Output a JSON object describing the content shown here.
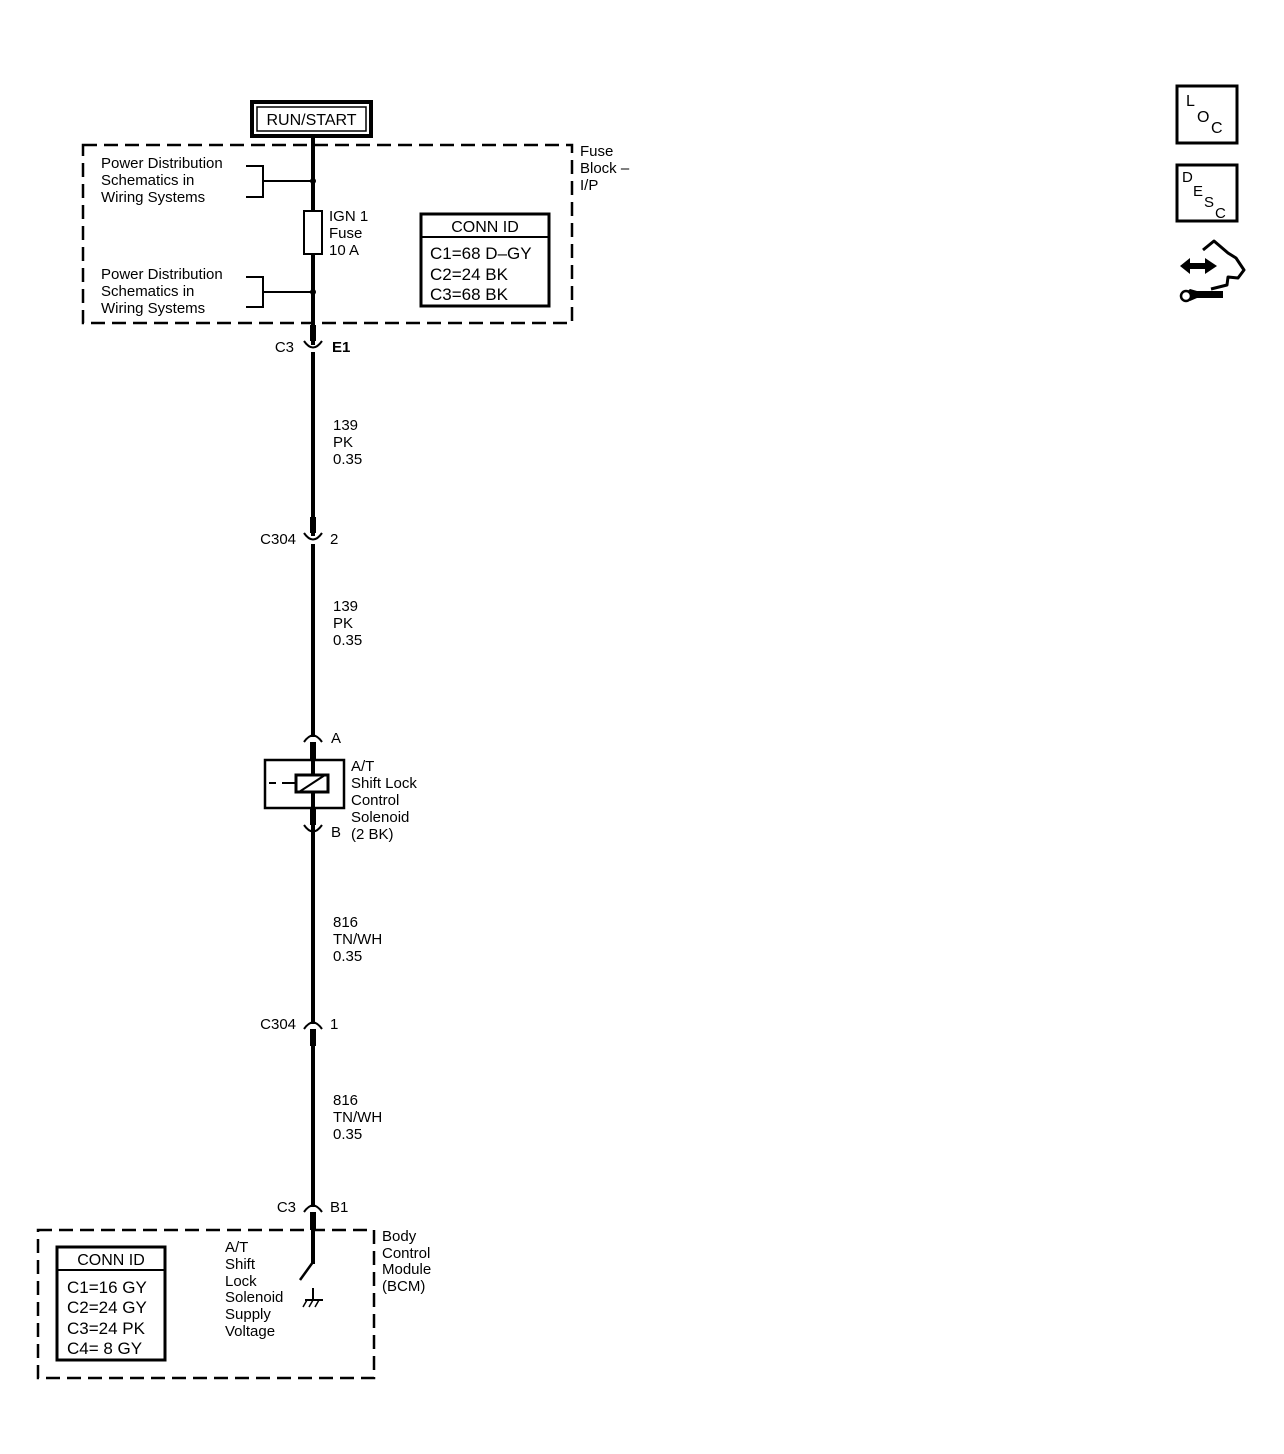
{
  "power_source": {
    "label": "RUN/START"
  },
  "fuse_block": {
    "label_lines": [
      "Fuse",
      "Block –",
      "I/P"
    ],
    "refs": [
      {
        "lines": [
          "Power Distribution",
          "Schematics in",
          "Wiring Systems"
        ]
      },
      {
        "lines": [
          "Power Distribution",
          "Schematics in",
          "Wiring Systems"
        ]
      }
    ],
    "fuse_lines": [
      "IGN 1",
      "Fuse",
      "10 A"
    ],
    "conn_id": {
      "title": "CONN ID",
      "rows": [
        "C1=68 D–GY",
        "C2=24 BK",
        "C3=68 BK"
      ]
    }
  },
  "connectors": {
    "fuse_out": {
      "left": "C3",
      "right": "E1"
    },
    "c304_upper": {
      "left": "C304",
      "right": "2"
    },
    "solenoid_a": {
      "right": "A"
    },
    "solenoid_b": {
      "right": "B"
    },
    "c304_lower": {
      "left": "C304",
      "right": "1"
    },
    "bcm_in": {
      "left": "C3",
      "right": "B1"
    }
  },
  "wires": [
    {
      "lines": [
        "139",
        "PK",
        "0.35"
      ]
    },
    {
      "lines": [
        "139",
        "PK",
        "0.35"
      ]
    },
    {
      "lines": [
        "816",
        "TN/WH",
        "0.35"
      ]
    },
    {
      "lines": [
        "816",
        "TN/WH",
        "0.35"
      ]
    }
  ],
  "solenoid": {
    "label_lines": [
      "A/T",
      "Shift Lock",
      "Control",
      "Solenoid",
      "(2 BK)"
    ]
  },
  "bcm": {
    "label_lines": [
      "Body",
      "Control",
      "Module",
      "(BCM)"
    ],
    "function_lines": [
      "A/T",
      "Shift",
      "Lock",
      "Solenoid",
      "Supply",
      "Voltage"
    ],
    "conn_id": {
      "title": "CONN ID",
      "rows": [
        "C1=16 GY",
        "C2=24 GY",
        "C3=24 PK",
        "C4=  8 GY"
      ]
    }
  },
  "nav_icons": {
    "loc": {
      "letters": [
        "L",
        "O",
        "C"
      ]
    },
    "desc": {
      "letters": [
        "D",
        "E",
        "S",
        "C"
      ]
    },
    "diag": {
      "icon": "diagnostic-hand-wrench-icon"
    }
  }
}
